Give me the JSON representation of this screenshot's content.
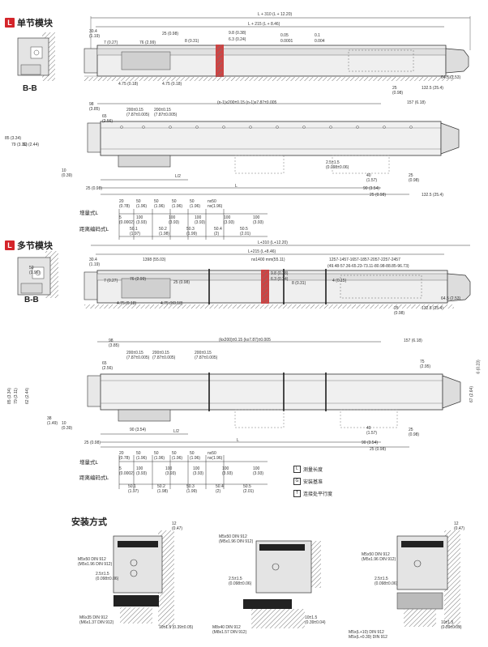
{
  "section1": {
    "title": "单节模块",
    "badge": "L",
    "bb_label": "B-B"
  },
  "section2": {
    "title": "多节模块",
    "badge": "L",
    "bb_label": "B-B"
  },
  "mount": {
    "title": "安装方式"
  },
  "dims1": {
    "top_L": "L + 310 (L + 12.20)",
    "top_L215": "L + 215 (L + 8.46)",
    "d30_4": "30.4\n(1.19)",
    "d25": "25 (0.98)",
    "d9_8": "9.8 (0.38)",
    "d6_3": "6.3 (0.24)",
    "d8": "8 (0.31)",
    "d7": "7 (0.27)",
    "d76": "76 (2.99)",
    "d475a": "4.75 (0.18)",
    "d475b": "4.75 (0.18)",
    "tol1": "0.05",
    "tol1b": "0.0001",
    "tol2": "0.1",
    "tol2b": "0.004",
    "d25b": "25\n(0.98)",
    "d132": "132.5 (25.4)",
    "d64": "64.5 (2.53)",
    "pitch": "(n-1)x200±0.15 (n-1)x7.87±0.005",
    "d200a": "200±0.15\n(7.87±0.005)",
    "d200b": "200±0.15\n(7.87±0.005)",
    "d98": "98\n(3.85)",
    "d65": "65\n(2.56)",
    "d157": "157 (6.18)",
    "d85": "85 (3.34)",
    "d79": "79 (3.11)",
    "d62": "62 (2.44)",
    "d10": "10\n(0.39)",
    "d25c": "25 (0.98)",
    "dL2": "L/2",
    "dL": "L",
    "d40": "40\n(1.57)",
    "d90": "90 (3.54)",
    "d25d": "25\n(0.98)",
    "d25e": "25 (0.98)",
    "d132b": "132.5 (25.4)",
    "d25f": "25\n(0.98)",
    "d25g": "2.5±1.5\n(0.098±0.06)"
  },
  "inc1": {
    "label": "增量式L",
    "top": [
      "20\n(0.78)",
      "50\n(1.96)",
      "50\n(1.96)",
      "50\n(1.96)",
      "50\n(1.96)",
      "nx50\nnx(1.96)"
    ],
    "dist_label": "距离编码式L",
    "dtop": [
      "5\n(0.0002)",
      "100\n(3.93)",
      "100\n(3.93)",
      "100\n(3.93)",
      "100\n(3.93)",
      "100\n(3.93)"
    ],
    "dbot": [
      "50.1\n(1.97)",
      "50.2\n(1.98)",
      "50.3\n(1.99)",
      "50.4\n(2)",
      "50.5\n(2.01)"
    ]
  },
  "dims2": {
    "top_L": "L+310 (L+12.20)",
    "top_L215": "L+215 (L+8.46)",
    "d50": "50\n(1.96)",
    "d1398": "1398 (55.03)",
    "dnx1400": "nx1400 mm(55.11)",
    "dseries": "1257-1457-1657-1857-2057-2257-2457",
    "dseries2": "(49.48-57.36-65.23-73.11-80.98-88.85-96.73)",
    "d30_4": "30.4\n(1.19)",
    "d7": "7 (0.27)",
    "d76": "76 (2.99)",
    "d25": "25 (0.98)",
    "d9_8": "9.8 (0.38)",
    "d6_3": "6.3 (0.24)",
    "d8": "8 (0.31)",
    "d4": "4 (0.15)",
    "d475a": "4.75 (0.18)",
    "d475b": "4.75 (X0.18)",
    "d64": "64.5 (2.53)",
    "d132": "132.5 (25.4)",
    "d25b": "25\n(0.98)",
    "pitch": "(kx200)±0.15 (kx7.87)±0.005",
    "d98": "98\n(3.85)",
    "d65": "65\n(2.56)",
    "d157": "157 (6.18)",
    "d75": "75\n(2.95)",
    "d6": "6 (0.23)",
    "d67": "67 (2.64)",
    "d85": "85 (3.34)",
    "d79": "79 (3.11)",
    "d62": "62 (2.44)",
    "d38": "38\n(1.49)",
    "d10": "10\n(0.39)",
    "d25c": "25 (0.98)",
    "dL2": "L/2",
    "dL": "L",
    "d90": "90 (3.54)",
    "d40": "40\n(1.57)",
    "d90b": "90 (3.54)",
    "d25d": "25\n(0.98)",
    "d25e": "25 (0.98)",
    "d200a": "200±0.15\n(7.87±0.005)",
    "d200b": "200±0.15\n(7.87±0.005)",
    "d200c": "200±0.15\n(7.87±0.005)"
  },
  "inc2": {
    "label": "增量式L",
    "top": [
      "20\n(0.78)",
      "50\n(1.96)",
      "50\n(1.96)",
      "50\n(1.96)",
      "50\n(1.96)",
      "nx50\nnx(1.96)"
    ],
    "dist_label": "距离编码式L",
    "dtop": [
      "5\n(0.0002)",
      "100\n(3.93)",
      "100\n(3.93)",
      "100\n(3.93)",
      "100\n(3.93)",
      "100\n(3.93)"
    ],
    "dbot": [
      "50.1\n(1.97)",
      "50.2\n(1.98)",
      "50.3\n(1.99)",
      "50.4\n(2)",
      "50.5\n(2.01)"
    ]
  },
  "legend": [
    {
      "sym": "L",
      "text": "测量长度"
    },
    {
      "sym": "G",
      "text": "安装基准"
    },
    {
      "sym": "T",
      "text": "连接处平行度"
    }
  ],
  "mounts": {
    "m1_screw": "M5x50 DIN 912\n(M5x1.96 DIN 912)",
    "m1_screw2": "M6x35 DIN 912\n(M6x1.37 DIN 912)",
    "m1_12": "12\n(0.47)",
    "m1_gap": "2.5±1.5\n(0.098±0.06)",
    "m1_10": "10±1.5 (0.39±0.05)",
    "m2_screw": "M5x50 DIN 912\n(M5x1.96 DIN 912)",
    "m2_screw2": "M8x40 DIN 912\n(M8x1.57 DIN 912)",
    "m2_gap": "2.5±1.5\n(0.098±0.06)",
    "m2_10": "10±1.5\n(0.39±0.04)",
    "m3_screw": "M5x50 DIN 912\n(M5x1.96 DIN 912)",
    "m3_12": "12\n(0.47)",
    "m3_gap": "2.5±1.5\n(0.098±0.06)",
    "m3_10": "10±1.5\n(0.39±0.05)",
    "m3_screw2": "M5x(L+10) DIN 912\nM5x(L+0.39) DIN 912"
  }
}
